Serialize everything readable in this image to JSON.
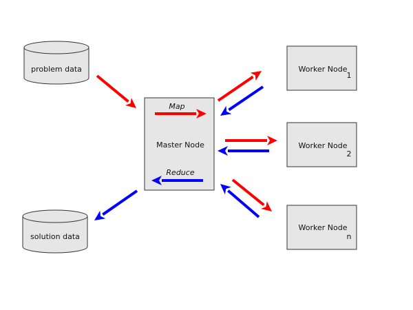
{
  "stores": {
    "problem": "problem data",
    "solution": "solution data"
  },
  "master": {
    "title": "Master Node",
    "map_label": "Map",
    "reduce_label": "Reduce"
  },
  "workers": [
    {
      "label": "Worker Node",
      "index": "1"
    },
    {
      "label": "Worker Node",
      "index": "2"
    },
    {
      "label": "Worker Node",
      "index": "n"
    }
  ],
  "colors": {
    "map_arrow": "#ff0000",
    "reduce_arrow": "#0000ff",
    "node_fill": "#e6e6e6",
    "node_stroke": "#333333"
  }
}
